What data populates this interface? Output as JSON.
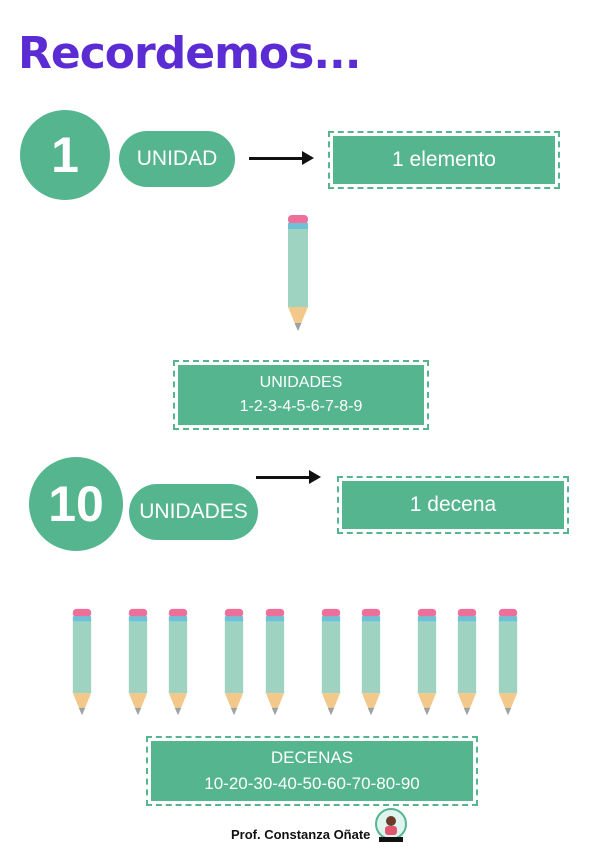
{
  "title": "Recordemos...",
  "section1": {
    "number": "1",
    "pill": "UNIDAD",
    "box": "1 elemento"
  },
  "units_box": {
    "line1": "UNIDADES",
    "line2": "1-2-3-4-5-6-7-8-9"
  },
  "section2": {
    "number": "10",
    "pill": "UNIDADES",
    "box": "1 decena"
  },
  "tens_box": {
    "line1": "DECENAS",
    "line2": "10-20-30-40-50-60-70-80-90"
  },
  "footer": {
    "author": "Prof. Constanza Oñate"
  },
  "pencil_count_single": 1,
  "pencil_count_group": 10,
  "colors": {
    "title": "#5b2bd3",
    "green": "#55b58f",
    "pencil_body": "#9ed3c1",
    "pencil_eraser": "#ee6f9a",
    "pencil_band": "#6fc2d6",
    "pencil_wood": "#f3c88b",
    "pencil_tip": "#9aa4a6"
  },
  "icons": [
    "pencil-icon",
    "arrow-right-icon",
    "author-logo-icon"
  ]
}
